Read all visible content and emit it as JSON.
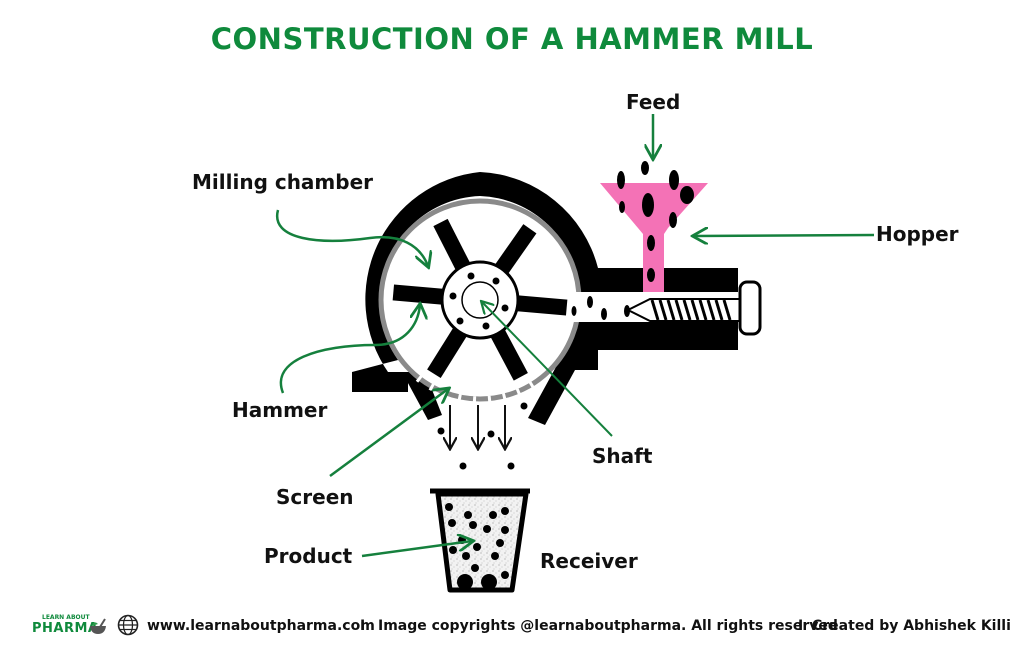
{
  "title": "CONSTRUCTION OF A HAMMER MILL",
  "labels": {
    "feed": "Feed",
    "milling_chamber": "Milling chamber",
    "hopper": "Hopper",
    "hammer": "Hammer",
    "shaft": "Shaft",
    "screen": "Screen",
    "product": "Product",
    "receiver": "Receiver"
  },
  "colors": {
    "title_green": "#0f8a3c",
    "arrow_green": "#15803d",
    "hopper_pink": "#f472b6",
    "body_black": "#000000",
    "screen_gray": "#8a8a8a"
  },
  "footer": {
    "logo_top": "LEARN ABOUT",
    "logo_main": "PHARMA",
    "globe_icon": "globe-icon",
    "website": "www.learnaboutpharma.com",
    "separator": "I",
    "copyright": "Image copyrights @learnaboutpharma. All rights reserved",
    "credit": "Created by Abhishek Killi"
  }
}
